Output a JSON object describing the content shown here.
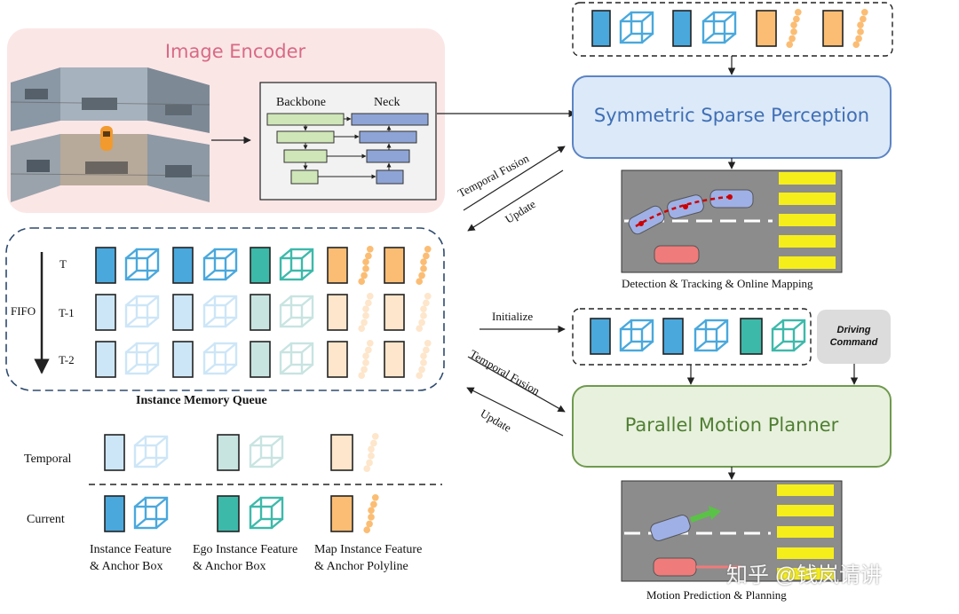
{
  "image_encoder": {
    "title": "Image Encoder",
    "backbone_label": "Backbone",
    "neck_label": "Neck"
  },
  "ssp": {
    "title": "Symmetric Sparse Perception",
    "scene_caption": "Detection & Tracking & Online Mapping"
  },
  "pmp": {
    "title": "Parallel Motion Planner",
    "scene_caption": "Motion Prediction & Planning"
  },
  "driving_command": {
    "line1": "Driving",
    "line2": "Command"
  },
  "flows": {
    "temporal_fusion_top": "Temporal Fusion",
    "update_top": "Update",
    "initialize": "Initialize",
    "temporal_fusion_bottom": "Temporal Fusion",
    "update_bottom": "Update"
  },
  "memory_queue": {
    "title": "Instance Memory Queue",
    "fifo_label": "FIFO",
    "rows": [
      "T",
      "T-1",
      "T-2"
    ]
  },
  "legend": {
    "temporal_label": "Temporal",
    "current_label": "Current",
    "instance_caption_1": "Instance Feature",
    "instance_caption_2": "& Anchor Box",
    "ego_caption_1": "Ego Instance Feature",
    "ego_caption_2": "& Anchor Box",
    "map_caption_1": "Map Instance Feature",
    "map_caption_2": "& Anchor Polyline"
  },
  "watermark": "知乎 @钱岚请讲",
  "colors": {
    "instance_blue": "#4aa8dc",
    "instance_light": "#cde6f7",
    "ego_teal": "#3db9aa",
    "ego_light": "#c8e4e1",
    "map_orange": "#fbbd74",
    "map_light": "#fde6cb",
    "ssp_fill": "#dce9f8",
    "pmp_fill": "#e8f1de",
    "encoder_bg": "#fbe6e6",
    "road": "#8c8c8c",
    "crosswalk": "#f6ee1a"
  }
}
